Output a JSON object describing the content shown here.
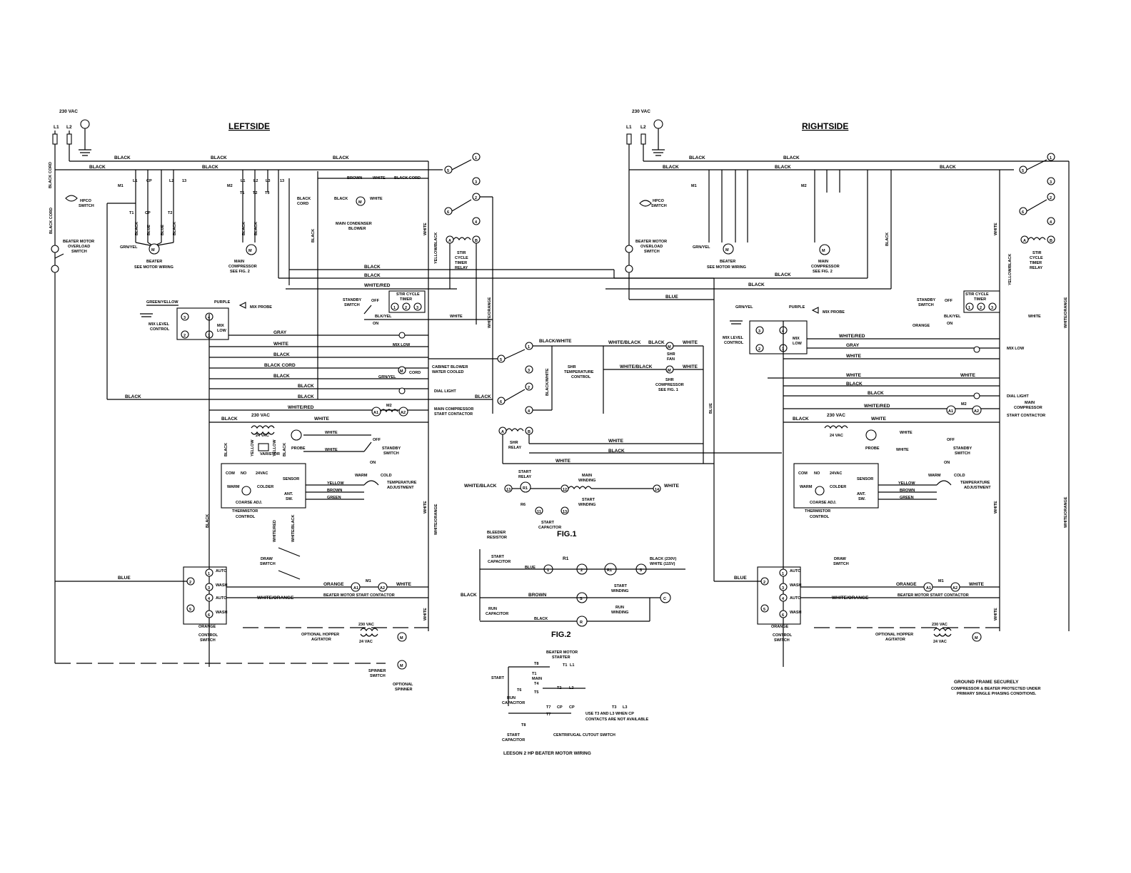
{
  "left": {
    "title": "LEFTSIDE",
    "supply": "230 VAC",
    "lines": [
      "L1",
      "L2"
    ],
    "hpco": "HPCO\nSWITCH",
    "beater_overload": "BEATER MOTOR\nOVERLOAD\nSWITCH",
    "beater_motor": "BEATER\nSEE MOTOR WIRING",
    "main_compressor": "MAIN\nCOMPRESSOR\nSEE FIG. 2",
    "condenser_blower": "MAIN CONDENSER\nBLOWER",
    "stir_relay": "STIR\nCYCLE\nTIMER\nRELAY",
    "stir_timer": "STIR CYCLE\nTIMER",
    "standby": "STANDBY\nSWITCH",
    "mix_level": "MIX LEVEL\nCONTROL",
    "mix_probe": "MIX PROBE",
    "mix_low": "MIX LOW",
    "cabinet_blower": "CABINET BLOWER\nWATER COOLED",
    "dial_light": "DIAL LIGHT",
    "main_contactor": "MAIN COMPRESSOR\nSTART CONTACTOR",
    "thermistor": "THERMISTOR\nCONTROL",
    "coarse": "COARSE ADJ.",
    "probe": "PROBE",
    "standby2": "STANDBY\nSWITCH",
    "temp_adj": "TEMPERATURE\nADJUSTMENT",
    "draw_switch": "DRAW\nSWITCH",
    "beater_contactor": "BEATER MOTOR START CONTACTOR",
    "control_switch": "CONTROL\nSWITCH",
    "hopper": "OPTIONAL HOPPER\nAGITATOR",
    "spinner_switch": "SPINNER\nSWITCH",
    "spinner": "OPTIONAL\nSPINNER"
  },
  "right": {
    "title": "RIGHTSIDE",
    "supply": "230 VAC",
    "ground_note": "GROUND FRAME SECURELY",
    "ground_sub": "COMPRESSOR & BEATER PROTECTED UNDER\nPRIMARY SINGLE PHASING CONDITIONS."
  },
  "center": {
    "shr_temp": "SHR\nTEMPERATURE\nCONTROL",
    "shr_fan": "SHR\nFAN",
    "shr_comp": "SHR\nCOMPRESSOR\nSEE FIG. 1",
    "shr_relay": "SHR\nRELAY",
    "fig1": "FIG.1",
    "fig2": "FIG.2",
    "start_relay": "START\nRELAY",
    "main_winding": "MAIN\nWINDING",
    "start_winding": "START\nWINDING",
    "start_cap": "START\nCAPACITOR",
    "bleeder": "BLEEDER\nRESISTOR",
    "run_cap": "RUN\nCAPACITOR",
    "run_winding": "RUN\nWINDING",
    "black_note": "BLACK (230V)\nWHITE (115V)",
    "leeson_title": "LEESON 2 HP BEATER MOTOR WIRING",
    "beater_starter": "BEATER MOTOR\nSTARTER",
    "use_t3": "USE T3 AND L3 WHEN CP\nCONTACTS ARE NOT AVAILABLE",
    "centrifugal": "CENTRIFUGAL CUTOUT SWITCH"
  },
  "wire_colors": [
    "BLACK",
    "WHITE",
    "BLUE",
    "GRAY",
    "ORANGE",
    "YELLOW",
    "BROWN",
    "GREEN",
    "PURPLE",
    "WHITE/RED",
    "WHITE/ORANGE",
    "WHITE/BLACK",
    "BLACK/WHITE",
    "YELLOW/BLACK",
    "GREEN/YELLOW",
    "GRN/YEL",
    "BLK/YEL",
    "BLACK CORD"
  ]
}
